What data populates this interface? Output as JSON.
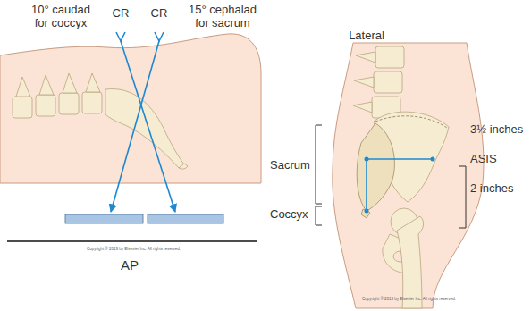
{
  "diagram": {
    "labels": [
      "10° caudad for coccyx",
      "CR",
      "CR",
      "15° cephalad for sacrum",
      "Copyright © 2019 by Elsevier Inc. All rights reserved.",
      "AP",
      "Lateral",
      "3½ inches",
      "ASIS",
      "Sacrum",
      "2 inches",
      "Coccyx",
      "Copyright © 2019 by Elsevier Inc. All rights reserved."
    ]
  }
}
